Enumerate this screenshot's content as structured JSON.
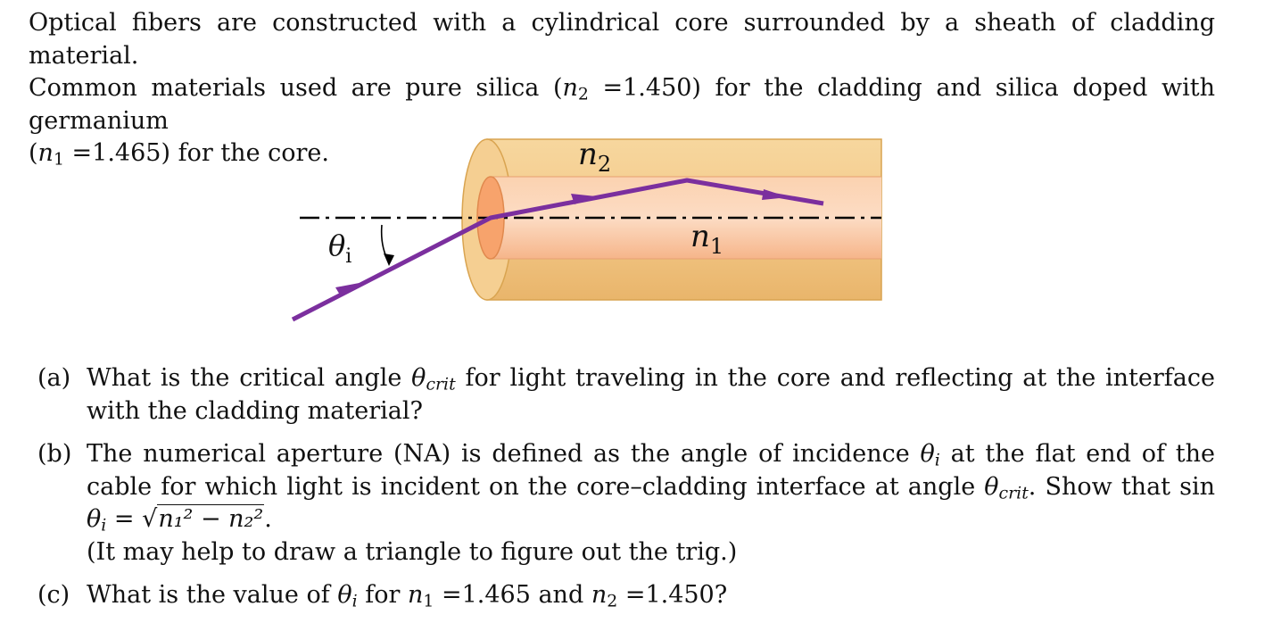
{
  "intro": {
    "line1": "Optical fibers are constructed with a cylindrical core surrounded by a sheath of cladding material.",
    "line2_pre": "Common materials used are pure silica (",
    "line2_n2": "n",
    "line2_n2_sub": "2",
    "line2_mid": " =1.450) for the cladding and silica doped with germanium",
    "line3_pre": "(",
    "line3_n1": "n",
    "line3_n1_sub": "1",
    "line3_post": " =1.465) for the core."
  },
  "figure": {
    "label_n2": "n",
    "label_n2_sub": "2",
    "label_n1": "n",
    "label_n1_sub": "1",
    "label_theta": "θ",
    "label_theta_sub": "i",
    "colors": {
      "cladding": "#f3c98a",
      "core": "#f9b98c",
      "ray": "#7b2f9e",
      "axis": "#000000"
    }
  },
  "questions": [
    {
      "label": "(a)",
      "text_pre": "What is the critical angle ",
      "theta": "θ",
      "theta_sub": "crit",
      "text_post": " for light traveling in the core and reflecting at the interface with the cladding material?"
    },
    {
      "label": "(b)",
      "text_pre": "The numerical aperture (NA) is defined as the angle of incidence ",
      "theta_i": "θ",
      "theta_i_sub": "i",
      "text_mid": " at the flat end of the cable for which light is incident on the core–cladding interface at angle ",
      "theta_c": "θ",
      "theta_c_sub": "crit",
      "text_show": ". Show that sin ",
      "eq_theta": "θ",
      "eq_theta_sub": "i",
      "eq_equals": " = ",
      "eq_radicand": "n₁² − n₂²",
      "eq_end": ".",
      "text_post": "(It may help to draw a triangle to figure out the trig.)"
    },
    {
      "label": "(c)",
      "text_pre": "What is the value of ",
      "theta": "θ",
      "theta_sub": "i",
      "text_for": " for ",
      "n1": "n",
      "n1_sub": "1",
      "n1_val": " =1.465 and ",
      "n2": "n",
      "n2_sub": "2",
      "n2_val": " =1.450?"
    }
  ]
}
